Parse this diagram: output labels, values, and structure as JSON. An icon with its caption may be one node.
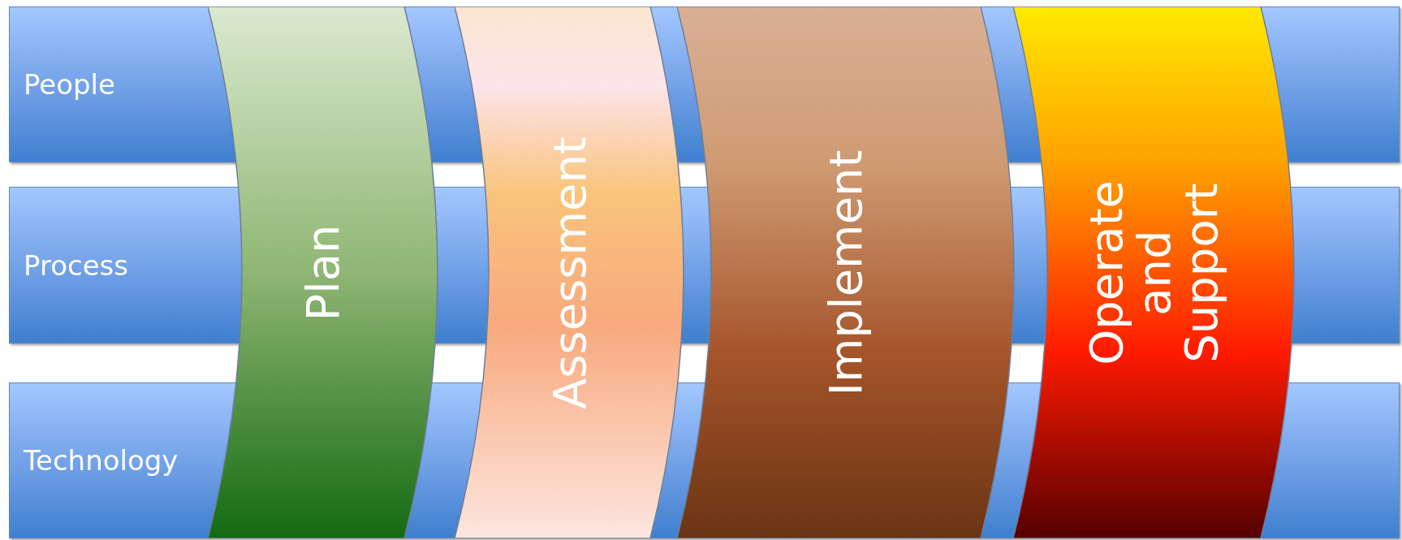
{
  "diagram": {
    "nodes": [
      {
        "text": [
          "People"
        ]
      },
      {
        "text": [
          "Process"
        ]
      },
      {
        "text": [
          "Technology"
        ]
      },
      {
        "text": [
          "Plan"
        ]
      },
      {
        "text": [
          "Assessment"
        ]
      },
      {
        "text": [
          "Implement"
        ]
      },
      {
        "text": [
          "Operate and Support"
        ]
      }
    ]
  }
}
